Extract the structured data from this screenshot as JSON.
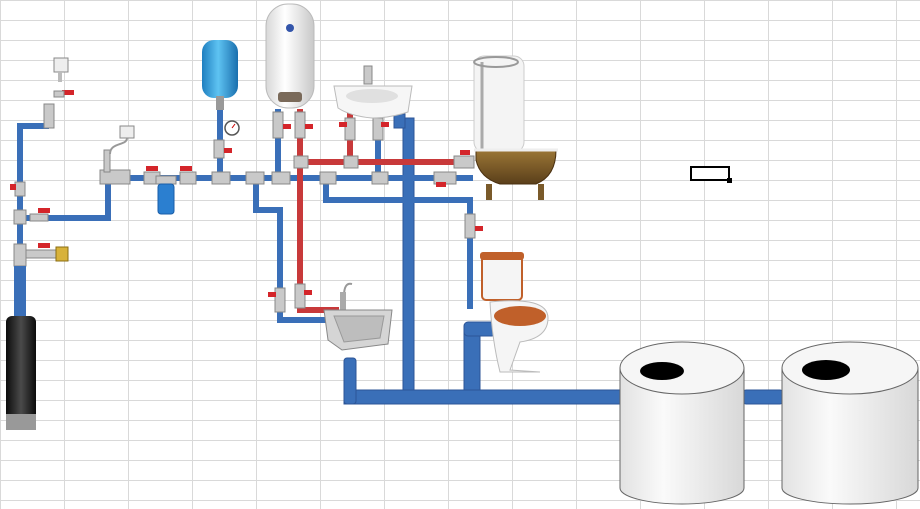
{
  "colors": {
    "cold_pipe": "#3a6fb8",
    "cold_pipe_dark": "#2c5597",
    "hot_pipe": "#c8393a",
    "drain_pipe": "#3a6fb8",
    "valve_handle": "#d4252a",
    "fitting": "#c9c9c9",
    "tank_fill": "#f3f3f3",
    "expansion_tank": "#3a9fd6",
    "filter_housing": "#2b7fd0",
    "pump_body": "#1c1c1c",
    "bathtub_body": "#7a5a2a",
    "toilet_seat": "#c0602a",
    "grid_line": "#d9d9d9"
  },
  "components": [
    "submersible-pump",
    "pressure-switch",
    "expansion-tank",
    "pressure-gauge",
    "water-filter",
    "water-heater",
    "washbasin",
    "bathtub",
    "kitchen-sink",
    "toilet",
    "septic-tank-1",
    "septic-tank-2"
  ]
}
